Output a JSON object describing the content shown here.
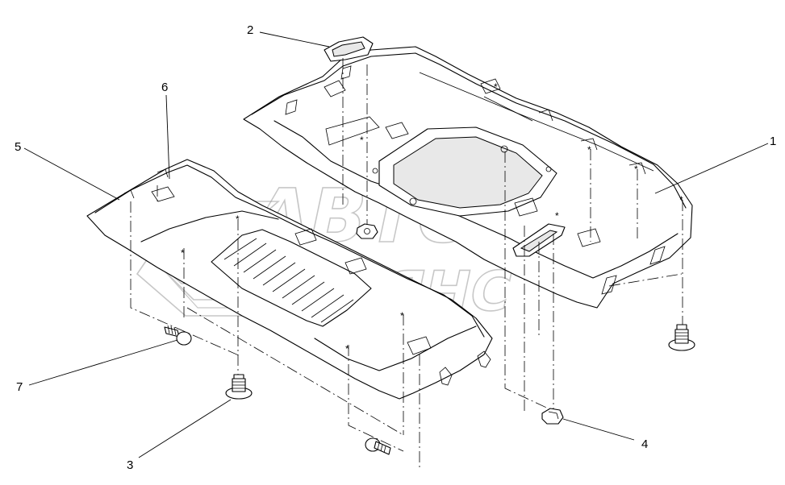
{
  "diagram": {
    "callouts": [
      {
        "id": "1",
        "label": "1"
      },
      {
        "id": "2",
        "label": "2"
      },
      {
        "id": "3",
        "label": "3"
      },
      {
        "id": "4",
        "label": "4"
      },
      {
        "id": "5",
        "label": "5"
      },
      {
        "id": "6",
        "label": "6"
      },
      {
        "id": "7",
        "label": "7"
      }
    ],
    "watermark": {
      "line1": "АВТО",
      "line2": "АЛЬЯНС"
    }
  }
}
